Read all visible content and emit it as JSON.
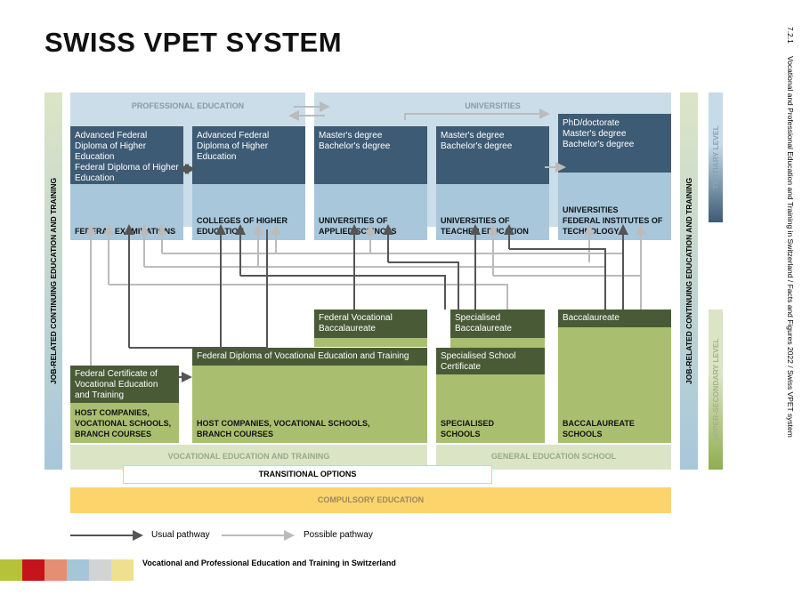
{
  "title": "SWISS VPET SYSTEM",
  "side_caption": {
    "number": "7.2.1",
    "text": "Vocational and Professional Education and Training in Switzerland / Facts and Figures 2022 / Swiss VPET system"
  },
  "bars": {
    "left": "JOB-RELATED CONTINUING EDUCATION AND TRAINING",
    "right": "JOB-RELATED CONTINUING EDUCATION AND TRAINING",
    "tertiary": "TERTIARY LEVEL",
    "upper_secondary": "UPPER-SECONDARY LEVEL"
  },
  "tertiary": {
    "professional_label": "PROFESSIONAL EDUCATION",
    "universities_label": "UNIVERSITIES",
    "boxes": [
      {
        "degree": "Advanced Federal Diploma of Higher Education\nFederal Diploma of Higher Education",
        "institution": "FEDERAL EXAMINATIONS"
      },
      {
        "degree": "Advanced Federal Diploma of Higher Education",
        "institution": "COLLEGES OF HIGHER EDUCATION"
      },
      {
        "degree": "Master's degree\nBachelor's degree",
        "institution": "UNIVERSITIES OF APPLIED SCIENCES"
      },
      {
        "degree": "Master's degree\nBachelor's degree",
        "institution": "UNIVERSITIES OF TEACHER EDUCATION"
      },
      {
        "degree": "PhD/doctorate\nMaster's degree\nBachelor's degree",
        "institution": "UNIVERSITIES\nFEDERAL INSTITUTES OF TECHNOLOGY"
      }
    ]
  },
  "upper_secondary": {
    "fed_voc_bacc": "Federal Vocational Baccalaureate",
    "fed_diploma": "Federal Diploma of Vocational Education and Training",
    "fed_diploma_inst": "HOST COMPANIES, VOCATIONAL SCHOOLS,\nBRANCH COURSES",
    "fed_cert": "Federal Certificate of Vocational Education and Training",
    "fed_cert_inst": "HOST COMPANIES,\nVOCATIONAL SCHOOLS,\nBRANCH COURSES",
    "spec_bacc": "Specialised Baccalaureate",
    "spec_cert": "Specialised School Certificate",
    "spec_inst": "SPECIALISED\nSCHOOLS",
    "bacc": "Baccalaureate",
    "bacc_inst": "BACCALAUREATE\nSCHOOLS",
    "vet_label": "VOCATIONAL EDUCATION AND TRAINING",
    "gen_label": "GENERAL EDUCATION SCHOOL"
  },
  "transitional": "TRANSITIONAL OPTIONS",
  "compulsory": "COMPULSORY EDUCATION",
  "legend": {
    "usual": "Usual pathway",
    "possible": "Possible pathway"
  },
  "footer": "Vocational and Professional Education and Training in Switzerland",
  "colors": {
    "dark_blue": "#3d5b74",
    "light_blue": "#a8c7db",
    "dark_green": "#495a36",
    "light_green": "#a9bf6f",
    "compulsory": "#fbd46b",
    "usual": "#555555",
    "possible": "#bbbbbb",
    "swatches": [
      "#b5c23a",
      "#c4151c",
      "#e58e74",
      "#a5c6d9",
      "#d2d3d5",
      "#eee08e"
    ]
  }
}
